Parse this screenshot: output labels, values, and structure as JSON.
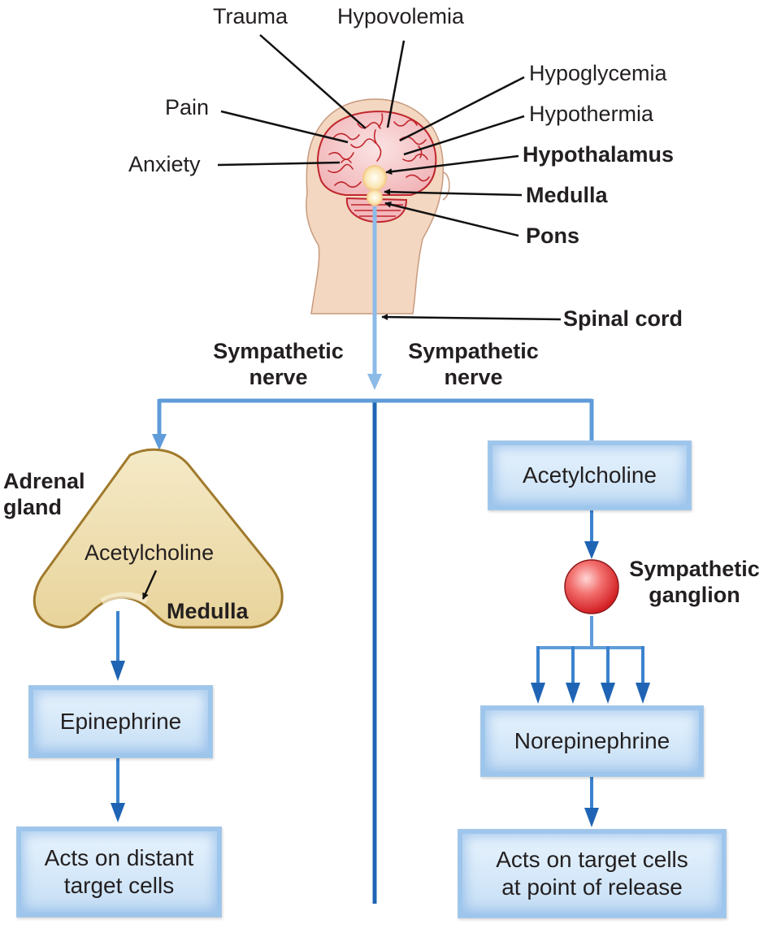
{
  "labels": {
    "trauma": "Trauma",
    "hypovolemia": "Hypovolemia",
    "hypoglycemia": "Hypoglycemia",
    "hypothermia": "Hypothermia",
    "pain": "Pain",
    "anxiety": "Anxiety",
    "hypothalamus": "Hypothalamus",
    "medulla_brain": "Medulla",
    "pons": "Pons",
    "spinal_cord": "Spinal cord",
    "sympathetic_nerve_left_1": "Sympathetic",
    "sympathetic_nerve_left_2": "nerve",
    "sympathetic_nerve_right_1": "Sympathetic",
    "sympathetic_nerve_right_2": "nerve",
    "adrenal_gland_1": "Adrenal",
    "adrenal_gland_2": "gland",
    "adrenal_acetylcholine": "Acetylcholine",
    "adrenal_medulla": "Medulla",
    "sympathetic_ganglion_1": "Sympathetic",
    "sympathetic_ganglion_2": "ganglion"
  },
  "boxes": {
    "epinephrine": "Epinephrine",
    "distant_1": "Acts on distant",
    "distant_2": "target cells",
    "acetylcholine_right": "Acetylcholine",
    "norepinephrine": "Norepinephrine",
    "release_1": "Acts on target cells",
    "release_2": "at point of release"
  },
  "colors": {
    "nerve_blue": "#5f9cd9",
    "arrow_blue": "#1f64b4",
    "skin": "#f3d7c0",
    "brain_pink": "#f6c6c8",
    "brain_lines": "#c0272d",
    "adrenal_fill": "#efdfae",
    "adrenal_border": "#a07a2c",
    "ganglion_red": "#e02b2b"
  }
}
